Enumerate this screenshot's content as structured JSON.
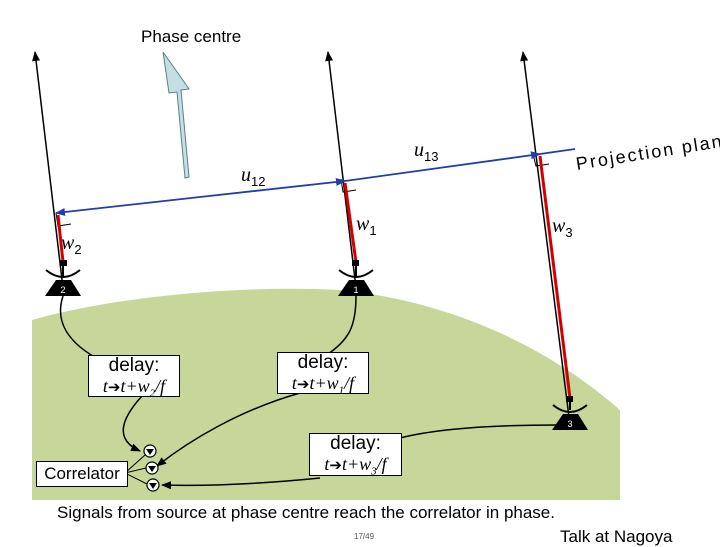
{
  "title": "Phase centre",
  "projection_plane": "Projection plane",
  "baselines": {
    "u12": "u",
    "u12_sub": "12",
    "u13": "u",
    "u13_sub": "13"
  },
  "delays": {
    "w1": "w",
    "w1_sub": "1",
    "w2": "w",
    "w2_sub": "2",
    "w3": "w",
    "w3_sub": "3"
  },
  "antennas": [
    "2",
    "1",
    "3"
  ],
  "delay_boxes": [
    {
      "title": "delay:",
      "t": "t",
      "arrow": "➔",
      "expr_a": "t+w",
      "sub": "2",
      "expr_b": "/f"
    },
    {
      "title": "delay:",
      "t": "t",
      "arrow": "➔",
      "expr_a": "t+w",
      "sub": "1",
      "expr_b": "/f"
    },
    {
      "title": "delay:",
      "t": "t",
      "arrow": "➔",
      "expr_a": "t+w",
      "sub": "3",
      "expr_b": "/f"
    }
  ],
  "correlator": "Correlator",
  "caption": "Signals from source at phase centre reach the correlator in phase.",
  "page_number": "17/49",
  "footer": "Talk at Nagoya",
  "colors": {
    "ground": "#c7d79a",
    "arrow_fill": "#c4dfe3",
    "baseline": "#1f3fa8",
    "delay": "#d40000"
  },
  "icons": [
    "antenna-icon",
    "correlator-input-icon"
  ]
}
